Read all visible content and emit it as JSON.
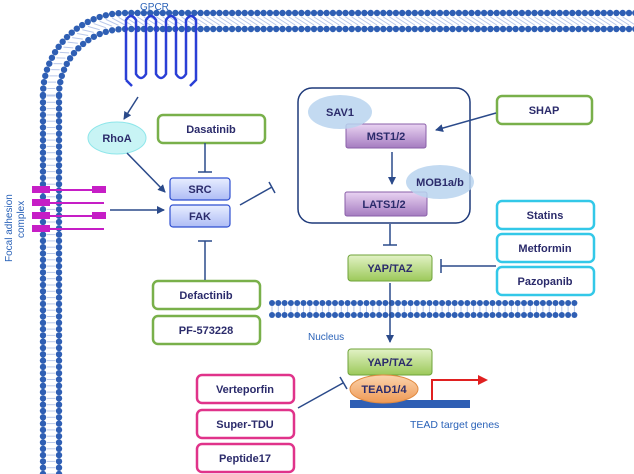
{
  "labels": {
    "gpcr": "GPCR",
    "focal_adhesion": "Focal adhesion",
    "complex": "complex",
    "nucleus": "Nucleus",
    "tead_target": "TEAD target genes"
  },
  "nodes": {
    "rhoa": "RhoA",
    "src": "SRC",
    "fak": "FAK",
    "sav1": "SAV1",
    "mst": "MST1/2",
    "mob": "MOB1a/b",
    "lats": "LATS1/2",
    "yap_cyto": "YAP/TAZ",
    "yap_nuc": "YAP/TAZ",
    "tead": "TEAD1/4"
  },
  "drugs": {
    "dasatinib": "Dasatinib",
    "defactinib": "Defactinib",
    "pf": "PF-573228",
    "shap": "SHAP",
    "statins": "Statins",
    "metformin": "Metformin",
    "pazopanib": "Pazopanib",
    "verteporfin": "Verteporfin",
    "supertdu": "Super-TDU",
    "peptide17": "Peptide17"
  },
  "colors": {
    "membrane_bead": "#2f5fb4",
    "gpcr": "#2a3fd6",
    "green_border": "#79b04a",
    "cyan_border": "#33c8e8",
    "pink_border": "#e0338a",
    "purple_fill": "#8a5fa8",
    "arrow": "#2b4a8a",
    "red_arrow": "#e02020"
  }
}
